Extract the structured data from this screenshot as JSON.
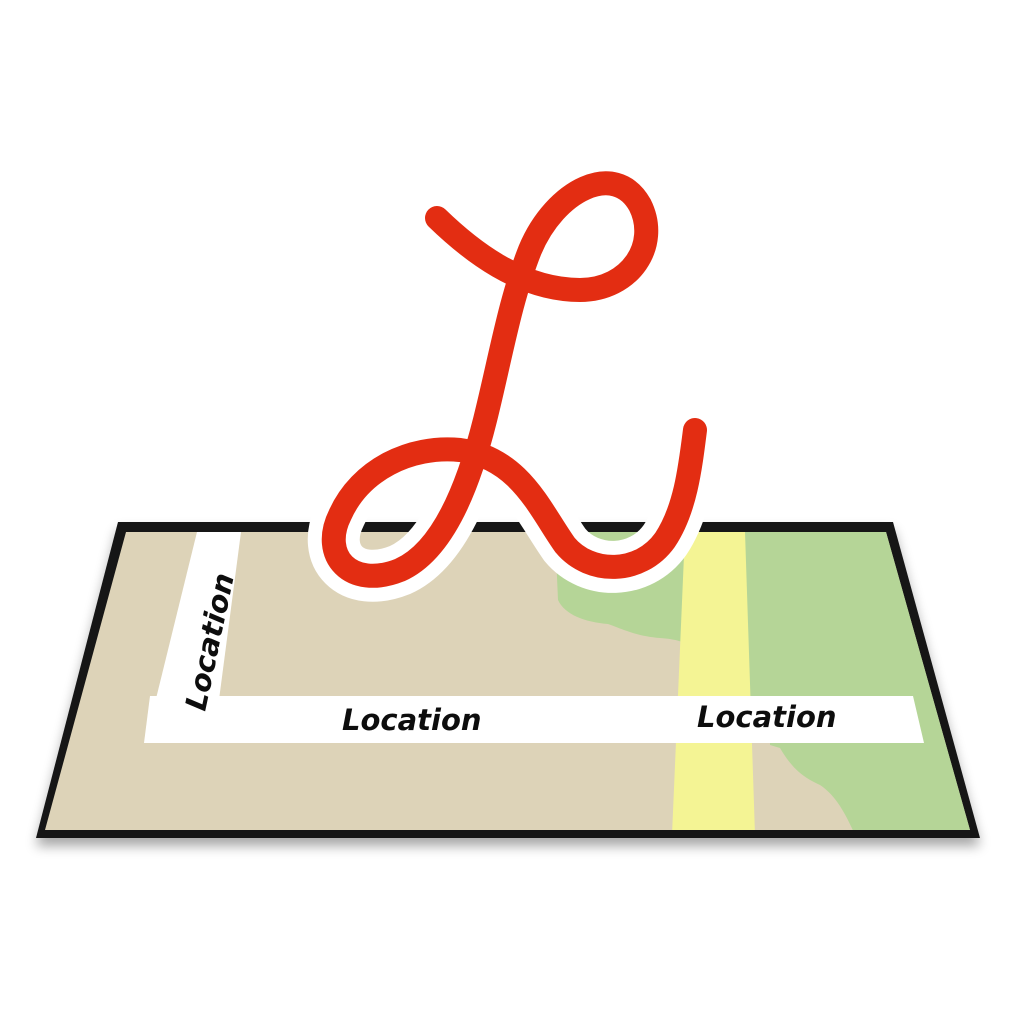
{
  "logo": {
    "monogram_letter": "L",
    "colors": {
      "letter": "#e32d12",
      "letter_outline": "#ffffff",
      "map_frame": "#151515",
      "land": "#ddd3b8",
      "park": "#b5d597",
      "road": "#ffffff",
      "highway": "#f4f494",
      "label_text": "#111111"
    }
  },
  "map": {
    "labels": {
      "vertical_road": "Location",
      "main_road": "Location",
      "right_road": "Location"
    }
  }
}
